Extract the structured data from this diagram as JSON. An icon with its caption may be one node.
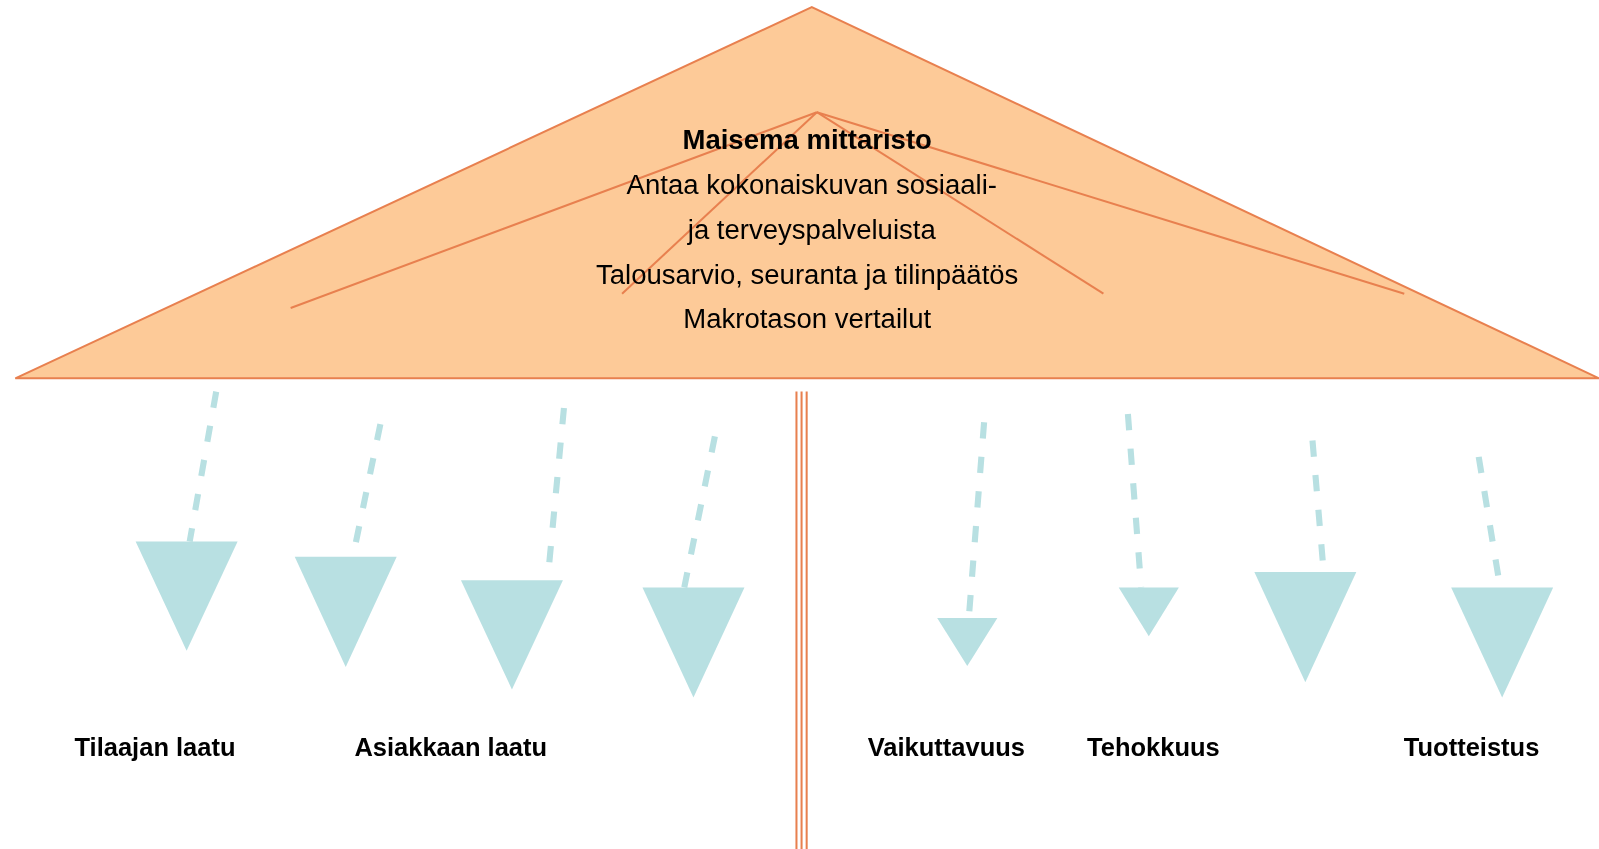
{
  "diagram": {
    "nodes": [
      {
        "text": [
          "Maisema mittaristo",
          "Antaa kokonaiskuvan sosiaali- ja terveyspalveluista",
          "Talousarvio, seuranta ja tilinpäätös",
          "Makrotason vertailut"
        ]
      },
      {
        "text": [],
        "shape": "triangle"
      },
      {
        "text": [],
        "shape": "triangle"
      },
      {
        "text": [],
        "shape": "triangle"
      },
      {
        "text": [],
        "shape": "triangle"
      },
      {
        "text": [],
        "shape": "triangle"
      },
      {
        "text": [],
        "shape": "triangle"
      },
      {
        "text": [],
        "shape": "triangle"
      },
      {
        "text": [],
        "shape": "triangle"
      }
    ],
    "edges": [
      {
        "from": 0,
        "to": 1,
        "arrow": "none",
        "style": "dashed"
      },
      {
        "from": 0,
        "to": 2,
        "arrow": "none",
        "style": "dashed"
      },
      {
        "from": 0,
        "to": 3,
        "arrow": "none",
        "style": "dashed"
      },
      {
        "from": 0,
        "to": 4,
        "arrow": "none",
        "style": "dashed"
      },
      {
        "from": 0,
        "to": 5,
        "arrow": "none",
        "style": "dashed"
      },
      {
        "from": 0,
        "to": 6,
        "arrow": "none",
        "style": "dashed"
      },
      {
        "from": 0,
        "to": 7,
        "arrow": "none",
        "style": "dashed"
      },
      {
        "from": 0,
        "to": 8,
        "arrow": "none",
        "style": "dashed"
      }
    ],
    "labels": [
      "Tilaajan laatu",
      "Asiakkaan laatu",
      "Vaikuttavuus",
      "Tehokkuus",
      "Tuotteistus"
    ]
  }
}
